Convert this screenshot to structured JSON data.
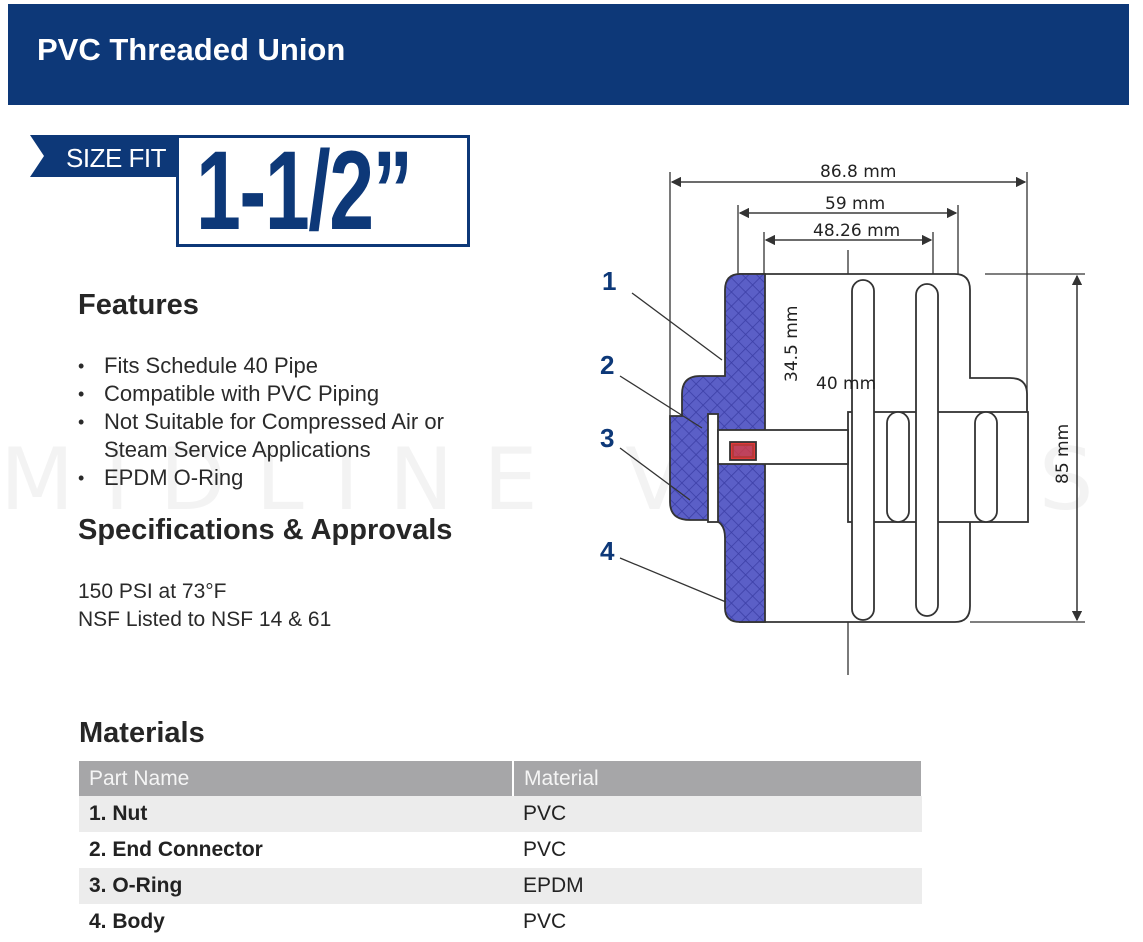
{
  "header": {
    "title": "PVC Threaded Union"
  },
  "size": {
    "label": "SIZE FIT",
    "value": "1-1/2”"
  },
  "watermark": "MIDLINE VALVES",
  "features": {
    "heading": "Features",
    "items": [
      "Fits Schedule 40 Pipe",
      "Compatible with PVC Piping",
      "Not Suitable for Compressed Air or Steam Service Applications",
      "EPDM O-Ring"
    ]
  },
  "specs": {
    "heading": "Specifications & Approvals",
    "lines": [
      "150 PSI at 73°F",
      "NSF Listed to NSF 14 & 61"
    ]
  },
  "diagram": {
    "dimensions": {
      "overall_width": "86.8 mm",
      "nut_width": "59 mm",
      "inner_width": "48.26 mm",
      "half_height": "34.5 mm",
      "depth": "40 mm",
      "overall_height": "85 mm"
    },
    "callouts": [
      "1",
      "2",
      "3",
      "4"
    ],
    "colors": {
      "section_fill": "#5b5fc7",
      "oring": "#e23a3a",
      "line": "#333333"
    }
  },
  "materials": {
    "heading": "Materials",
    "columns": [
      "Part Name",
      "Material"
    ],
    "rows": [
      {
        "part": "1. Nut",
        "material": "PVC"
      },
      {
        "part": "2. End Connector",
        "material": "PVC"
      },
      {
        "part": "3. O-Ring",
        "material": "EPDM"
      },
      {
        "part": "4. Body",
        "material": "PVC"
      }
    ]
  }
}
